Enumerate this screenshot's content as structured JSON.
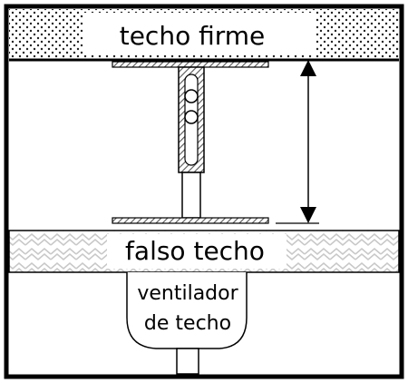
{
  "labels": {
    "ceiling": "techo firme",
    "false_ceiling": "falso techo",
    "fan_line1": "ventilador",
    "fan_line2": "de techo"
  },
  "colors": {
    "ink": "#000000",
    "paper": "#ffffff",
    "hatch": "#555555",
    "dots": "#222222"
  },
  "icons": {
    "height_arrow": "double-headed-vertical-arrow"
  }
}
